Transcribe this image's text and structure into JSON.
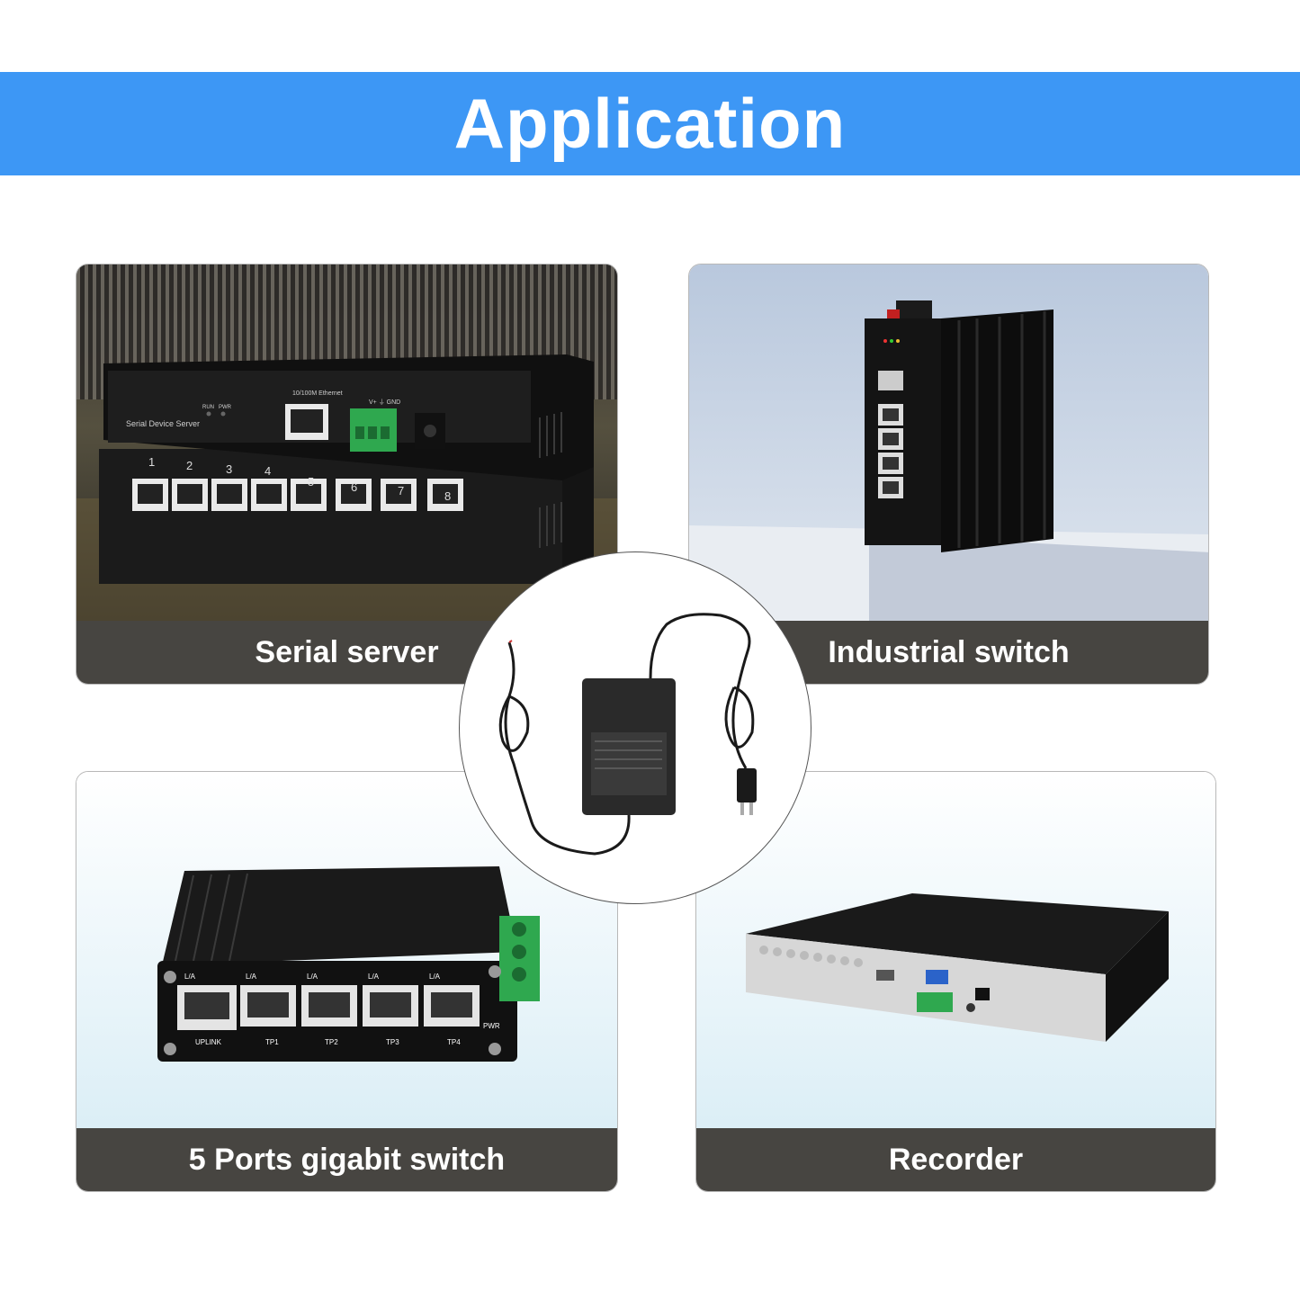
{
  "header": {
    "title": "Application"
  },
  "cards": [
    {
      "label": "Serial server",
      "device_text": {
        "model": "Serial Device Server",
        "ethernet": "10/100M\nEthernet",
        "run": "RUN",
        "pwr": "PWR",
        "power_terminals": "V+ ⏚ GND",
        "ports": [
          "1",
          "2",
          "3",
          "4",
          "5",
          "6",
          "7",
          "8"
        ]
      }
    },
    {
      "label": "Industrial switch"
    },
    {
      "label": "5 Ports gigabit switch",
      "device_text": {
        "port_labels": [
          "UPLINK",
          "TP1",
          "TP2",
          "TP3",
          "TP4"
        ],
        "led_labels": [
          "L/A",
          "L/A",
          "L/A",
          "L/A",
          "L/A"
        ],
        "pwr": "PWR"
      }
    },
    {
      "label": "Recorder"
    }
  ],
  "center_image": {
    "icon": "power-adapter-icon"
  },
  "colors": {
    "banner": "#3d97f5",
    "label_bar": "#474541",
    "terminal_green": "#2fa84f"
  }
}
